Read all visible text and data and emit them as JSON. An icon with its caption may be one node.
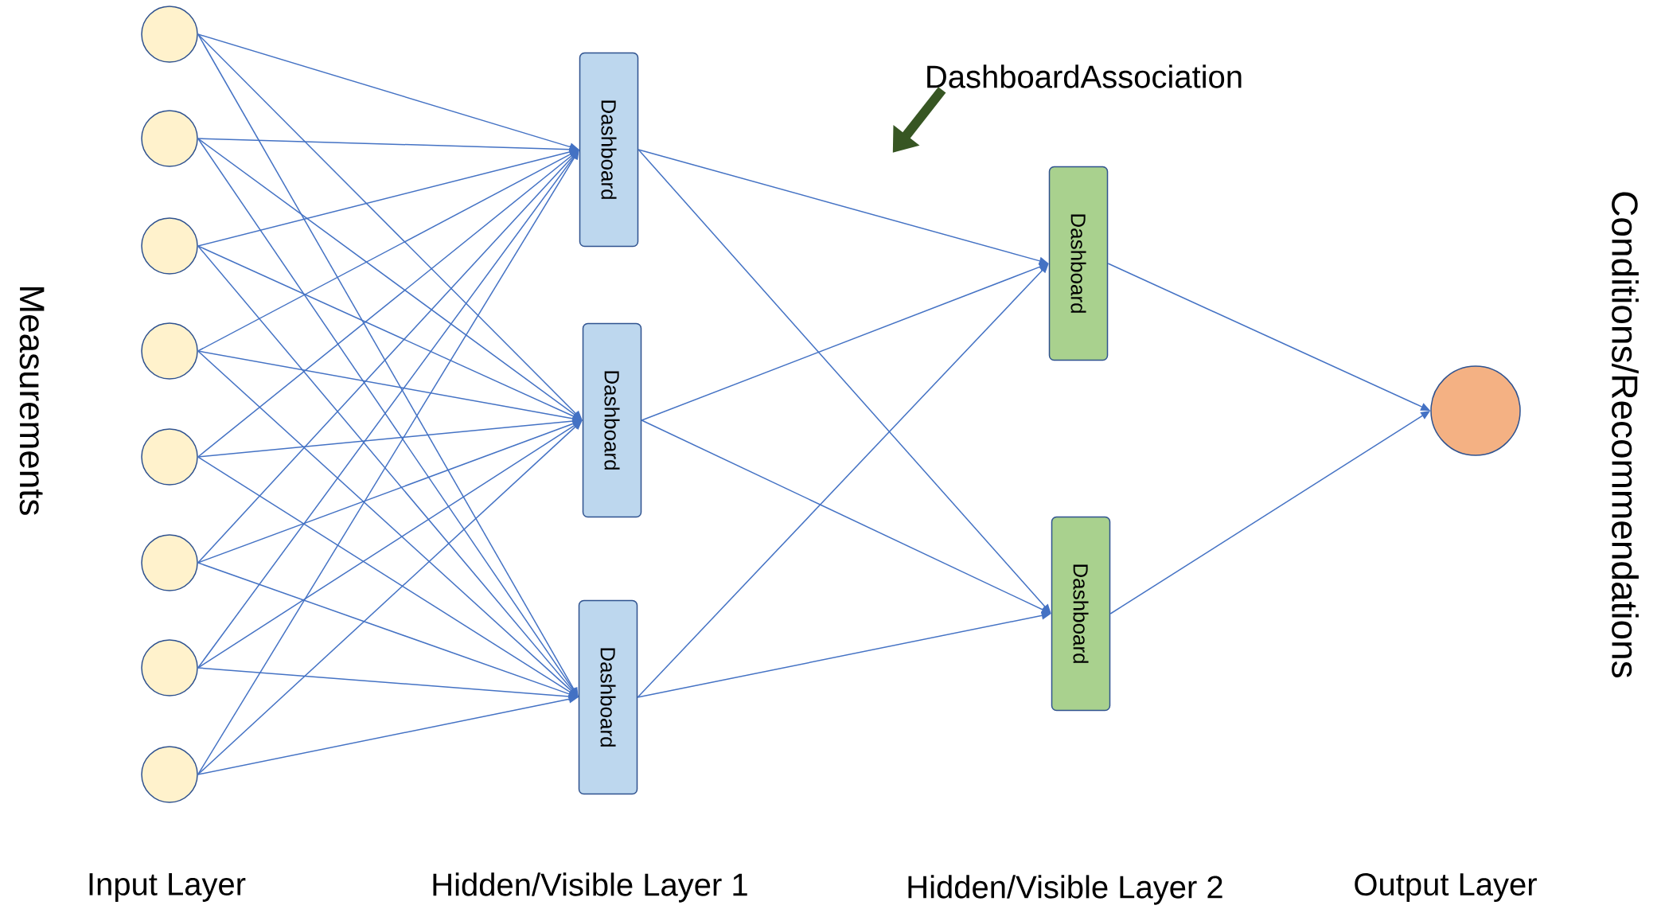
{
  "diagram": {
    "nodes": [
      {
        "text": [],
        "shape": "circle"
      },
      {
        "text": [],
        "shape": "circle"
      },
      {
        "text": [],
        "shape": "circle"
      },
      {
        "text": [],
        "shape": "circle"
      },
      {
        "text": [],
        "shape": "circle"
      },
      {
        "text": [],
        "shape": "circle"
      },
      {
        "text": [],
        "shape": "circle"
      },
      {
        "text": [],
        "shape": "circle"
      },
      {
        "text": [
          "Dashboard"
        ]
      },
      {
        "text": [
          "Dashboard"
        ]
      },
      {
        "text": [
          "Dashboard"
        ]
      },
      {
        "text": [
          "Dashboard"
        ]
      },
      {
        "text": [
          "Dashboard"
        ]
      },
      {
        "text": [],
        "shape": "circle"
      },
      {
        "text": [
          "DashboardAssociation"
        ]
      }
    ],
    "edges": [
      {
        "from": 0,
        "to": 8,
        "arrow": "to"
      },
      {
        "from": 0,
        "to": 9,
        "arrow": "to"
      },
      {
        "from": 0,
        "to": 10,
        "arrow": "to"
      },
      {
        "from": 1,
        "to": 8,
        "arrow": "to"
      },
      {
        "from": 1,
        "to": 9,
        "arrow": "to"
      },
      {
        "from": 1,
        "to": 10,
        "arrow": "to"
      },
      {
        "from": 2,
        "to": 8,
        "arrow": "to"
      },
      {
        "from": 2,
        "to": 9,
        "arrow": "to"
      },
      {
        "from": 2,
        "to": 10,
        "arrow": "to"
      },
      {
        "from": 3,
        "to": 8,
        "arrow": "to"
      },
      {
        "from": 3,
        "to": 9,
        "arrow": "to"
      },
      {
        "from": 3,
        "to": 10,
        "arrow": "to"
      },
      {
        "from": 4,
        "to": 8,
        "arrow": "to"
      },
      {
        "from": 4,
        "to": 9,
        "arrow": "to"
      },
      {
        "from": 4,
        "to": 10,
        "arrow": "to"
      },
      {
        "from": 5,
        "to": 8,
        "arrow": "to"
      },
      {
        "from": 5,
        "to": 9,
        "arrow": "to"
      },
      {
        "from": 5,
        "to": 10,
        "arrow": "to"
      },
      {
        "from": 6,
        "to": 8,
        "arrow": "to"
      },
      {
        "from": 6,
        "to": 9,
        "arrow": "to"
      },
      {
        "from": 6,
        "to": 10,
        "arrow": "to"
      },
      {
        "from": 7,
        "to": 8,
        "arrow": "to"
      },
      {
        "from": 7,
        "to": 9,
        "arrow": "to"
      },
      {
        "from": 7,
        "to": 10,
        "arrow": "to"
      },
      {
        "from": 8,
        "to": 11,
        "arrow": "to"
      },
      {
        "from": 8,
        "to": 12,
        "arrow": "to"
      },
      {
        "from": 9,
        "to": 11,
        "arrow": "to"
      },
      {
        "from": 9,
        "to": 12,
        "arrow": "to"
      },
      {
        "from": 10,
        "to": 11,
        "arrow": "to"
      },
      {
        "from": 10,
        "to": 12,
        "arrow": "to"
      },
      {
        "from": 11,
        "to": 13,
        "arrow": "to"
      },
      {
        "from": 12,
        "to": 13,
        "arrow": "to"
      },
      {
        "from": 14,
        "to": null,
        "arrow": "to",
        "style": "thick",
        "color": "#375623"
      }
    ],
    "labels": [
      "Measurements",
      "Conditions/Recommendations",
      "Input Layer",
      "Hidden/Visible Layer 1",
      "Hidden/Visible Layer 2",
      "Output Layer"
    ]
  }
}
